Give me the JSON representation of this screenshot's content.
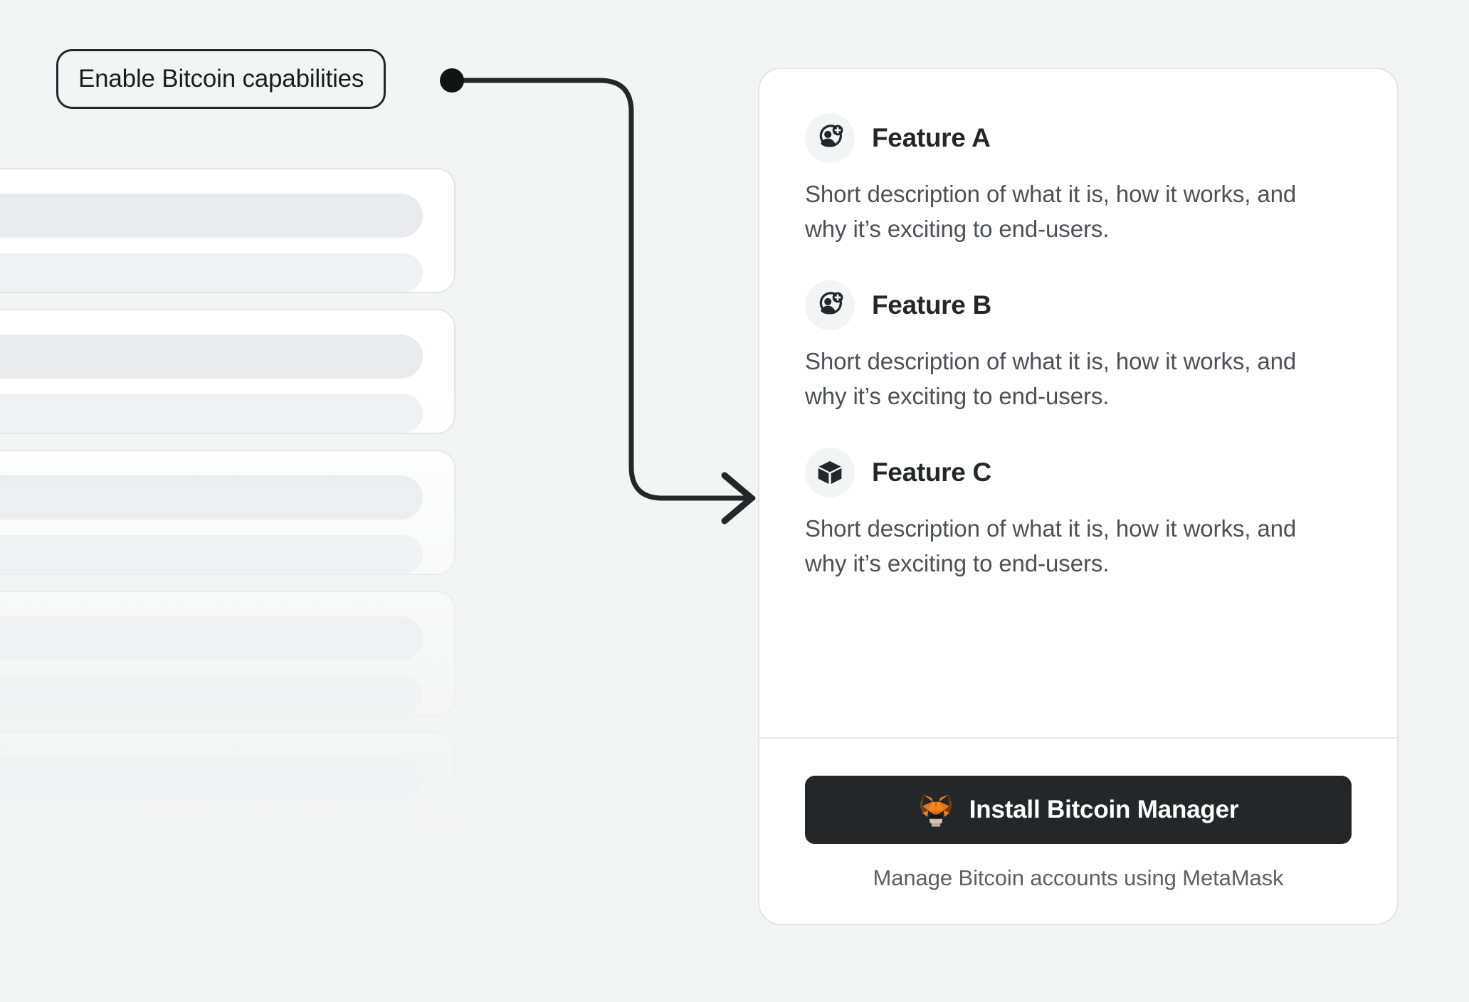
{
  "background_color": "#f3f4f4",
  "callout": {
    "label": "Enable Bitcoin capabilities",
    "border_color": "#24272a",
    "dot_color": "#121416"
  },
  "connector": {
    "color": "#24272a",
    "arrow_name": "arrow-head"
  },
  "skeleton": {
    "placeholder_count": 5,
    "card_color": "#ffffff",
    "bar_color": "#e9ebee"
  },
  "card": {
    "background": "#ffffff",
    "border_color": "#e3e5e8",
    "features": [
      {
        "icon": "user-add-icon",
        "title": "Feature A",
        "description": "Short description of what it is, how it works, and why it’s exciting to end-users."
      },
      {
        "icon": "user-add-icon",
        "title": "Feature B",
        "description": "Short description of what it is, how it works, and why it’s exciting to end-users."
      },
      {
        "icon": "cube-icon",
        "title": "Feature C",
        "description": "Short description of what it is, how it works, and why it’s exciting to end-users."
      }
    ],
    "footer": {
      "button_label": "Install Bitcoin Manager",
      "button_icon": "metamask-fox-icon",
      "button_color": "#24272a",
      "caption": "Manage Bitcoin accounts using MetaMask"
    }
  },
  "brand_colors": {
    "fox_orange": "#e2761b",
    "fox_light_orange": "#f6851b",
    "fox_dark_brown": "#763d16",
    "fox_cream": "#e4cec0",
    "text_dark": "#24272a",
    "text_muted": "#4b5158"
  }
}
